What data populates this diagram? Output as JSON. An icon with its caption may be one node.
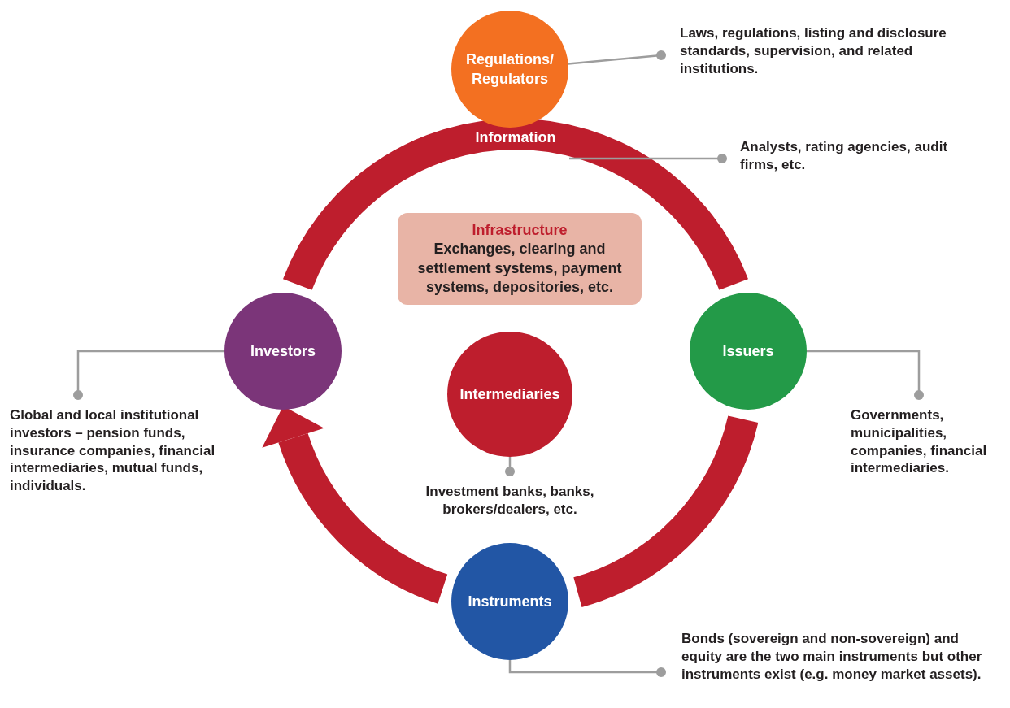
{
  "diagram": {
    "nodes": [
      {
        "text": [
          "Regulations/ Regulators"
        ]
      },
      {
        "text": [
          "Laws, regulations, listing and disclosure standards, supervision, and related institutions."
        ]
      },
      {
        "text": [
          "Analysts, rating agencies, audit firms, etc."
        ]
      },
      {
        "text": [
          "Infrastructure",
          "Exchanges, clearing and settlement systems, payment systems, depositories, etc."
        ]
      },
      {
        "text": [
          "Investors"
        ]
      },
      {
        "text": [
          "Issuers"
        ]
      },
      {
        "text": [
          "Intermediaries"
        ]
      },
      {
        "text": [
          "Global and local institutional investors – pension funds, insurance companies, financial intermediaries, mutual funds, individuals."
        ]
      },
      {
        "text": [
          "Governments, municipalities, companies, financial intermediaries."
        ]
      },
      {
        "text": [
          "Investment banks, banks, brokers/dealers, etc."
        ]
      },
      {
        "text": [
          "Instruments"
        ]
      },
      {
        "text": [
          "Bonds (sovereign and non-sovereign) and equity are the two main instruments but other instruments exist (e.g. money market assets)."
        ]
      }
    ],
    "edges": [
      {
        "from": 4,
        "to": 5,
        "arrow": "none",
        "label": "Information",
        "style": "thick",
        "color": "#be1e2d"
      },
      {
        "from": 5,
        "to": 10,
        "arrow": "none",
        "style": "thick",
        "color": "#be1e2d"
      },
      {
        "from": 10,
        "to": 4,
        "arrow": "to",
        "style": "thick",
        "color": "#be1e2d"
      },
      {
        "from": 0,
        "to": 1,
        "arrow": "other"
      },
      {
        "from": null,
        "to": 2,
        "arrow": "other"
      },
      {
        "from": 4,
        "to": 7,
        "arrow": "other"
      },
      {
        "from": 5,
        "to": 8,
        "arrow": "other"
      },
      {
        "from": 6,
        "to": 9,
        "arrow": "other"
      },
      {
        "from": 10,
        "to": 11,
        "arrow": "other"
      }
    ]
  }
}
